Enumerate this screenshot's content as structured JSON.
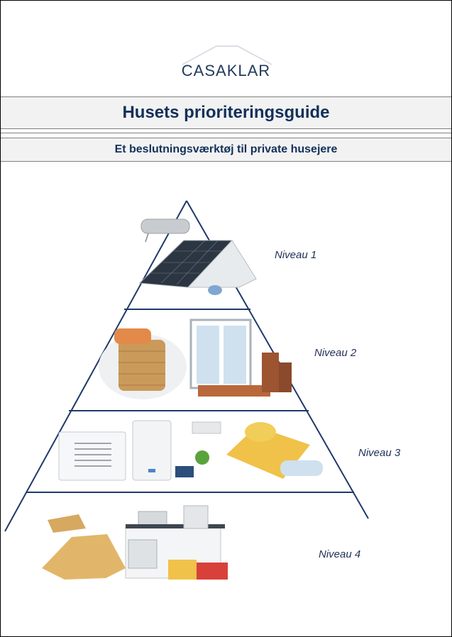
{
  "brand": {
    "logo_text": "CASAKLAR"
  },
  "header": {
    "title": "Husets prioriteringsguide",
    "subtitle": "Et beslutningsværktøj til private husejere"
  },
  "pyramid": {
    "levels": [
      {
        "label": "Niveau 1"
      },
      {
        "label": "Niveau 2"
      },
      {
        "label": "Niveau 3"
      },
      {
        "label": "Niveau 4"
      }
    ]
  },
  "colors": {
    "navy": "#13305a",
    "line": "#1f3a6a",
    "band": "#f2f2f2"
  }
}
